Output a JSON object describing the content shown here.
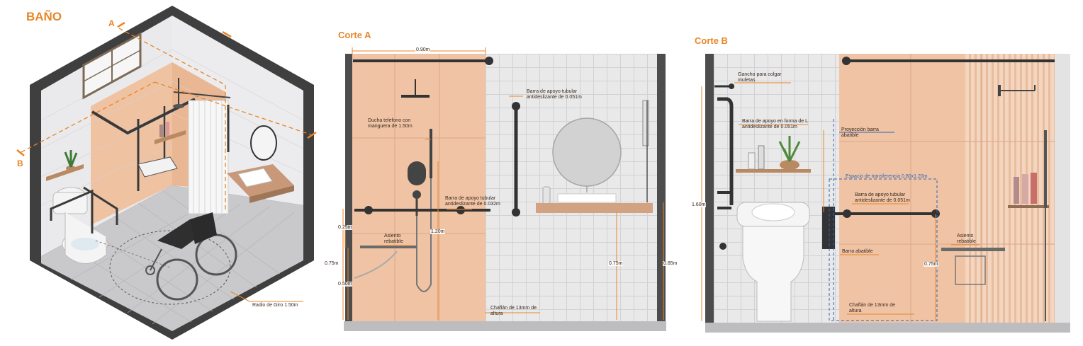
{
  "colors": {
    "accent": "#e8862a",
    "terracotta": "#f0c3a4",
    "tile": "#e9e9ea",
    "wall_dark": "#3f3f3f",
    "bar": "#3a3a3a",
    "blue_dash": "#2e64b5"
  },
  "main": {
    "title": "BAÑO"
  },
  "iso": {
    "marker_a": "A",
    "marker_b": "B",
    "radius_label": "Radio de Giro 1.50m"
  },
  "corte_a": {
    "title": "Corte A",
    "dim_top": "0.90m",
    "label_ducha": "Ducha telefono con manguera de 1.50m",
    "label_barra_top": "Barra de apoyo tubular antideslizante de 0.051m",
    "label_barra_mid": "Barra de apoyo tubular antideslizante de 0.032m",
    "label_asiento": "Asiento rebatible",
    "label_chaflan": "Chaflán de 13mm de altura",
    "dim_025": "0.25m",
    "dim_075_left": "0.75m",
    "dim_050": "0.50m",
    "dim_120": "1.20m",
    "dim_075_right": "0.75m",
    "dim_085": "0.85m"
  },
  "corte_b": {
    "title": "Corte B",
    "label_gancho": "Gancho para colgar muletas",
    "label_barra_l": "Barra de apoyo en forma de L antideslizante de 0.051m",
    "label_proyeccion": "Proyección barra abatible",
    "label_espacio": "Espacio de transferencia 0.80x1.20m",
    "label_barra": "Barra de apoyo tubular antideslizante de 0.051m",
    "label_abatible": "Barra abatible",
    "label_asiento": "Asiento rebatible",
    "label_chaflan": "Chaflán de 13mm de altura",
    "dim_160": "1.60m",
    "dim_075": "0.75m"
  }
}
